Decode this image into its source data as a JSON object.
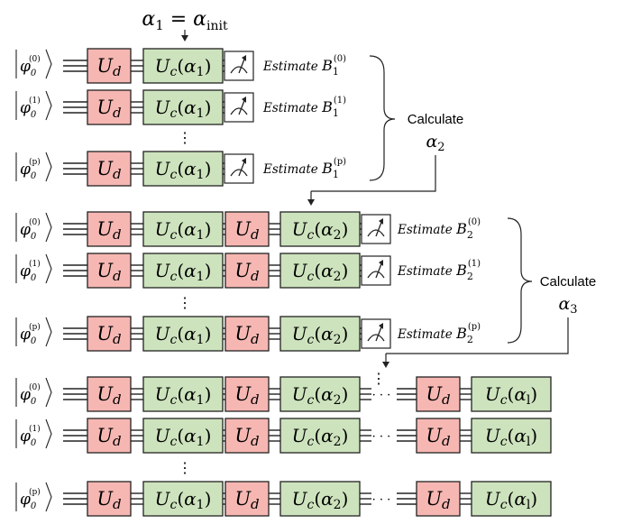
{
  "top_label": {
    "lhs": "α",
    "lhs_sub": "1",
    "eq": "=",
    "rhs": "α",
    "rhs_sub": "init"
  },
  "colors": {
    "ud_fill": "#f6b7b3",
    "uc_fill": "#cde3bd",
    "box_stroke": "#222222",
    "line": "#222222"
  },
  "gate_labels": {
    "ud": "U",
    "ud_sub": "d",
    "uc": "U",
    "uc_sub": "c"
  },
  "icons": {
    "measure": "meter-icon"
  },
  "ellipsis": "⋮",
  "hdots": "· · ·",
  "inputs": [
    {
      "label": "φ",
      "sub": "0",
      "sup": "(0)"
    },
    {
      "label": "φ",
      "sub": "0",
      "sup": "(1)"
    },
    {
      "label": "φ",
      "sub": "0",
      "sup": "(p)"
    }
  ],
  "stages": [
    {
      "estimate_word": "Estimate",
      "estimate_symbol": "B",
      "estimate_sub": "1",
      "estimate_sups": [
        "(0)",
        "(1)",
        "(p)"
      ],
      "alphas": [
        "α1"
      ],
      "calculate_label": "Calculate",
      "calculate_symbol": "α",
      "calculate_sub": "2"
    },
    {
      "estimate_word": "Estimate",
      "estimate_symbol": "B",
      "estimate_sub": "2",
      "estimate_sups": [
        "(0)",
        "(1)",
        "(p)"
      ],
      "alphas": [
        "α1",
        "α2"
      ],
      "calculate_label": "Calculate",
      "calculate_symbol": "α",
      "calculate_sub": "3"
    },
    {
      "alphas": [
        "α1",
        "α2",
        "αl"
      ],
      "final_sub": "l"
    }
  ]
}
